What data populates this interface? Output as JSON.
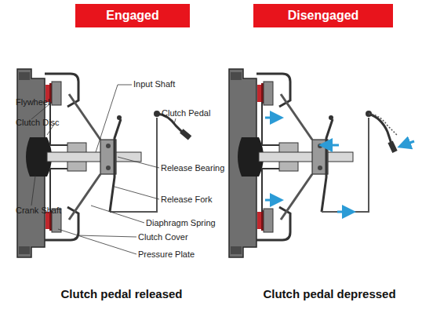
{
  "diagram": {
    "nodes": [
      {
        "text": [
          "Engaged"
        ]
      },
      {
        "text": [
          "Disengaged"
        ]
      }
    ],
    "labels": [
      "Input Shaft",
      "Flywheel",
      "Clutch Pedal",
      "Clutch Disc",
      "Release Bearing",
      "Crank Shaft",
      "Release Fork",
      "Diaphragm Spring",
      "Clutch Cover",
      "Pressure Plate",
      "Clutch pedal released",
      "Clutch pedal depressed"
    ]
  }
}
